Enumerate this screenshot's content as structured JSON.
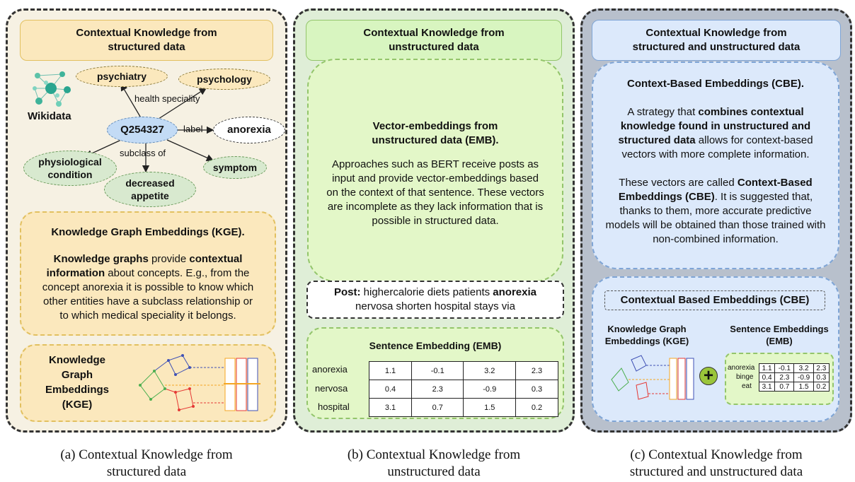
{
  "panel_a": {
    "header": [
      "Contextual Knowledge from",
      "structured data"
    ],
    "wikidata_label": "Wikidata",
    "nodes": {
      "psychiatry": "psychiatry",
      "psychology": "psychology",
      "q": "Q254327",
      "anorexia": "anorexia",
      "physiological": [
        "physiological",
        "condition"
      ],
      "decreased": [
        "decreased",
        "appetite"
      ],
      "symptom": "symptom"
    },
    "edges": {
      "health": "health speciality",
      "label": "label",
      "subclass": "subclass of"
    },
    "kge_title": "Knowledge Graph Embeddings (KGE).",
    "kge_text": {
      "l1a": "Knowledge graphs",
      "l1b": " provide ",
      "l1c": "contextual",
      "l2a": "information",
      "l2b": " about concepts. E.g., from the",
      "l3": "concept anorexia it is possible to know which",
      "l4": "other entities have a subclass relationship or",
      "l5": "to which medical speciality it belongs."
    },
    "kge_label": [
      "Knowledge",
      "Graph",
      "Embeddings",
      "(KGE)"
    ]
  },
  "panel_b": {
    "header": [
      "Contextual Knowledge from",
      "unstructured data"
    ],
    "emb_title": [
      "Vector-embeddings from",
      "unstructured data (EMB)."
    ],
    "emb_text": [
      "Approaches such as BERT receive posts as",
      "input and provide vector-embeddings based",
      "on the context of that sentence. These vectors",
      "are incomplete as they lack information that is",
      "possible in structured data."
    ],
    "post_label": "Post:",
    "post_l1a": " highercalorie diets patients ",
    "post_l1b": "anorexia",
    "post_l2": "nervosa shorten hospital stays via",
    "sentence_title": "Sentence Embedding (EMB)",
    "rows": [
      "anorexia",
      "nervosa",
      "hospital"
    ],
    "table": [
      [
        "1.1",
        "-0.1",
        "3.2",
        "2.3"
      ],
      [
        "0.4",
        "2.3",
        "-0.9",
        "0.3"
      ],
      [
        "3.1",
        "0.7",
        "1.5",
        "0.2"
      ]
    ]
  },
  "panel_c": {
    "header": [
      "Contextual Knowledge from",
      "structured and unstructured data"
    ],
    "cbe_title": "Context-Based Embeddings (CBE).",
    "p1": {
      "l1a": "A strategy that ",
      "l1b": "combines contextual",
      "l2": "knowledge found in unstructured and",
      "l3a": "structured data",
      "l3b": " allows for context-based",
      "l4": "vectors with more complete information."
    },
    "p2": {
      "l1a": "These vectors are called ",
      "l1b": "Context-Based",
      "l2a": "Embeddings (CBE)",
      "l2b": ". It is suggested that,",
      "l3": "thanks to them, more accurate predictive",
      "l4": "models will be obtained than those trained with",
      "l5": "non-combined information."
    },
    "inner_title": "Contextual Based Embeddings (CBE)",
    "kge_label": [
      "Knowledge Graph",
      "Embeddings (KGE)"
    ],
    "se_label": [
      "Sentence Embeddings",
      "(EMB)"
    ],
    "plus": "+",
    "rows": [
      "anorexia",
      "binge",
      "eat"
    ],
    "table": [
      [
        "1.1",
        "-0.1",
        "3.2",
        "2.3"
      ],
      [
        "0.4",
        "2.3",
        "-0.9",
        "0.3"
      ],
      [
        "3.1",
        "0.7",
        "1.5",
        "0.2"
      ]
    ]
  },
  "captions": {
    "a": [
      "(a) Contextual Knowledge from",
      "structured data"
    ],
    "b": [
      "(b) Contextual Knowledge from",
      "unstructured data"
    ],
    "c": [
      "(c) Contextual Knowledge from",
      "structured and unstructured data"
    ]
  },
  "colors": {
    "yellow": "#fbe8bd",
    "green": "#e3f7c8",
    "blue": "#dce9fb",
    "node_blue": "#c3dbf5",
    "node_green": "#d8e9cf",
    "plus": "#9ac53a"
  }
}
